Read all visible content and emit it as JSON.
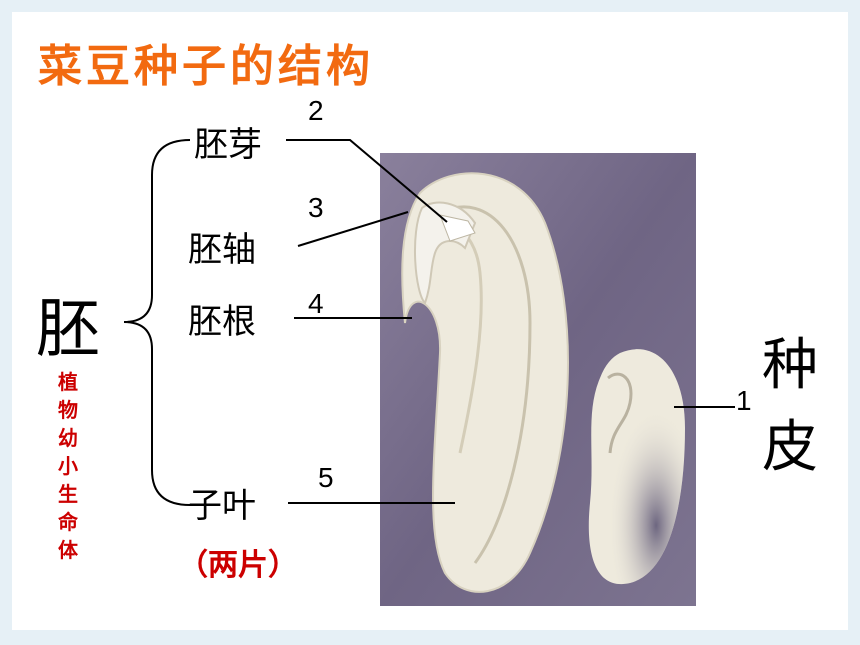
{
  "title": "菜豆种子的结构",
  "embryo": {
    "label": "胚",
    "note_chars": [
      "植",
      "物",
      "幼",
      "小",
      "生",
      "命",
      "体"
    ],
    "parts": [
      {
        "name": "胚芽",
        "number": "2"
      },
      {
        "name": "胚轴",
        "number": "3"
      },
      {
        "name": "胚根",
        "number": "4"
      },
      {
        "name": "子叶",
        "number": "5"
      }
    ],
    "cotyledon_note": "（两片）"
  },
  "seed_coat": {
    "label_line1": "种",
    "label_line2": "皮",
    "number": "1"
  },
  "colors": {
    "title": "#f26a10",
    "note": "#cc0000",
    "photo_bg": "#7a6f8c",
    "seed": "#eeeadd"
  }
}
